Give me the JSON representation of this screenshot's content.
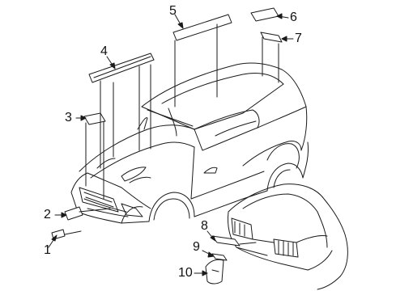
{
  "callouts": {
    "c1": "1",
    "c2": "2",
    "c3": "3",
    "c4": "4",
    "c5": "5",
    "c6": "6",
    "c7": "7",
    "c8": "8",
    "c9": "9",
    "c10": "10"
  },
  "colors": {
    "line": "#1a1a1a",
    "background": "#ffffff",
    "stripe_fill": "#ffffff"
  }
}
